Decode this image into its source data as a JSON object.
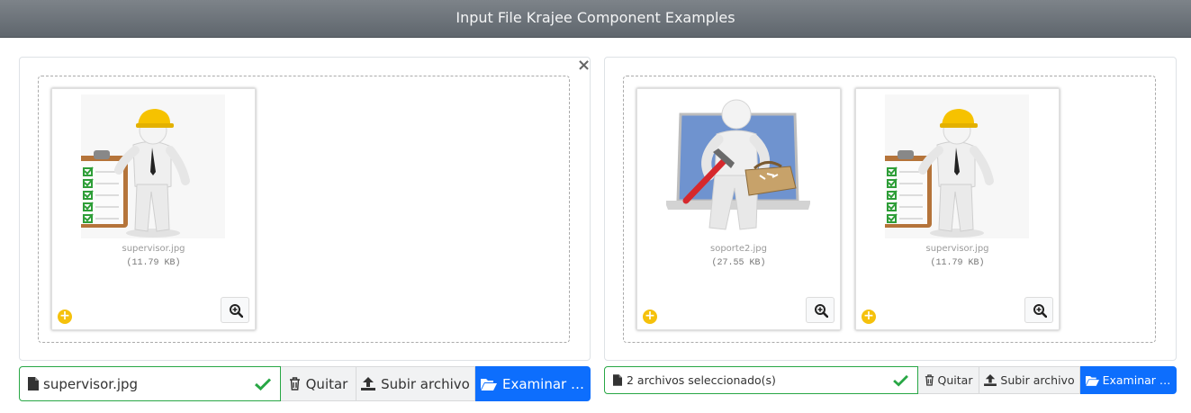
{
  "header": {
    "title": "Input File Krajee Component Examples"
  },
  "left": {
    "close_symbol": "×",
    "files": [
      {
        "name": "supervisor.jpg",
        "size": "(11.79 KB)",
        "image": "supervisor-checklist"
      }
    ],
    "caption": "supervisor.jpg",
    "buttons": {
      "remove": "Quitar",
      "upload": "Subir archivo",
      "browse": "Examinar …"
    }
  },
  "right": {
    "files": [
      {
        "name": "soporte2.jpg",
        "size": "(27.55 KB)",
        "image": "support-laptop-hammer"
      },
      {
        "name": "supervisor.jpg",
        "size": "(11.79 KB)",
        "image": "supervisor-checklist"
      }
    ],
    "caption": "2 archivos seleccionado(s)",
    "buttons": {
      "remove": "Quitar",
      "upload": "Subir archivo",
      "browse": "Examinar …"
    }
  },
  "colors": {
    "success": "#28a745",
    "primary": "#0d6efd",
    "badge": "#f5c10c",
    "helmet": "#f6c200"
  },
  "icons": [
    "file-icon",
    "check-icon",
    "trash-icon",
    "upload-icon",
    "folder-open-icon",
    "zoom-in-icon",
    "plus-circle-icon",
    "close-icon"
  ]
}
